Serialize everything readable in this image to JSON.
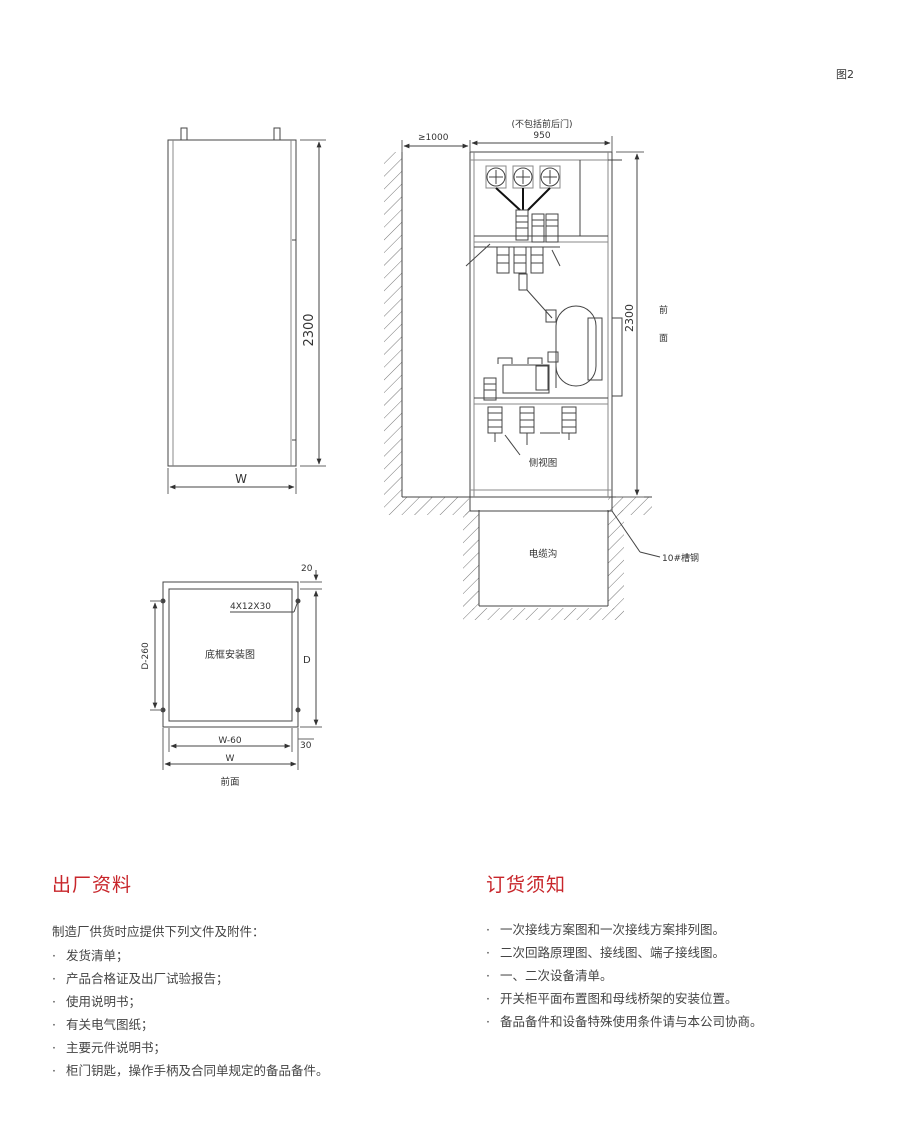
{
  "figure_label": "图2",
  "front_view": {
    "height_dim": "2300",
    "width_dim": "W"
  },
  "side_view": {
    "clearance_dim": "≥1000",
    "depth_note": "(不包括前后门)",
    "depth_dim": "950",
    "height_dim": "2300",
    "front_label_1": "前",
    "front_label_2": "面",
    "view_label": "侧视图",
    "cable_trench_label": "电缆沟",
    "channel_steel_label": "10#槽钢"
  },
  "base_view": {
    "top_dim": "20",
    "holes_label": "4X12X30",
    "title": "底框安装图",
    "left_dim": "D-260",
    "right_dim": "D",
    "inner_width_dim": "W-60",
    "outer_width_dim": "W",
    "bottom_offset_dim": "30",
    "front_label": "前面"
  },
  "left_section": {
    "title": "出厂资料",
    "intro": "制造厂供货时应提供下列文件及附件：",
    "items": [
      "发货清单；",
      "产品合格证及出厂试验报告；",
      "使用说明书；",
      "有关电气图纸；",
      "主要元件说明书；",
      "柜门钥匙，操作手柄及合同单规定的备品备件。"
    ]
  },
  "right_section": {
    "title": "订货须知",
    "items": [
      "一次接线方案图和一次接线方案排列图。",
      "二次回路原理图、接线图、端子接线图。",
      "一、二次设备清单。",
      "开关柜平面布置图和母线桥架的安装位置。",
      "备品备件和设备特殊使用条件请与本公司协商。"
    ]
  }
}
